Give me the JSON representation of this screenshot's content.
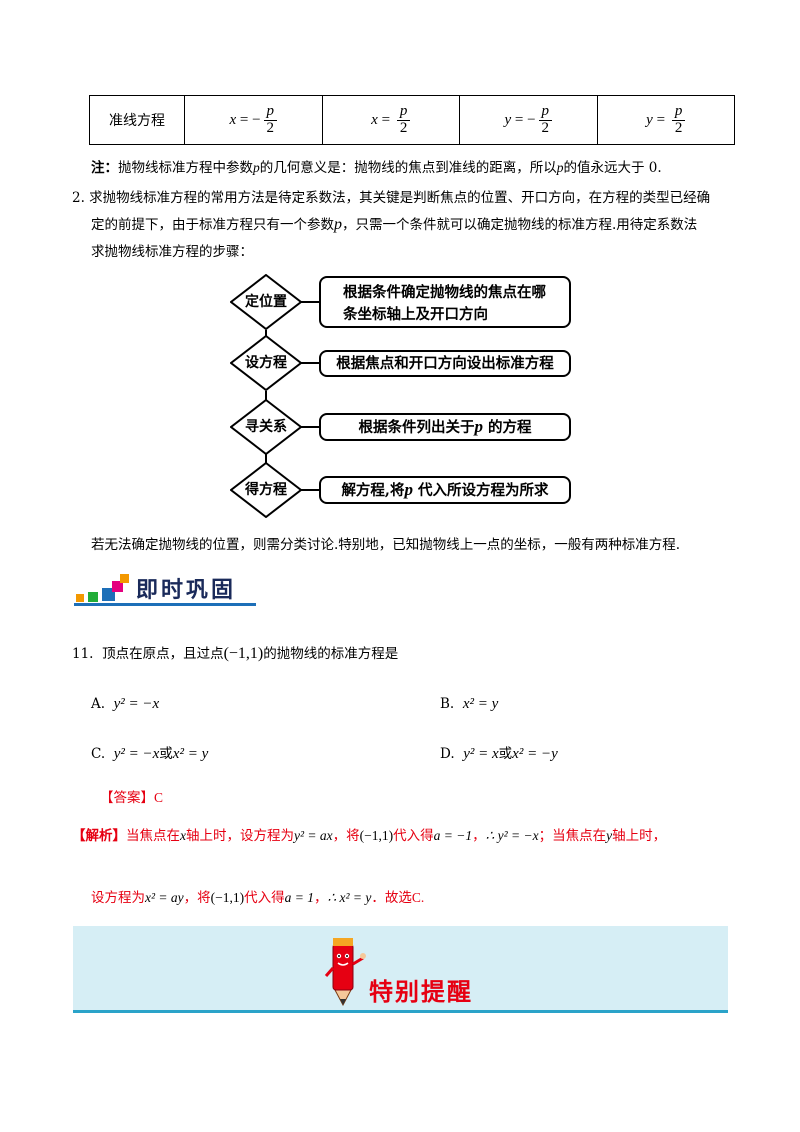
{
  "table": {
    "row_label": "准线方程",
    "cells": [
      {
        "lhs": "x",
        "sign": "−",
        "num": "p",
        "den": "2"
      },
      {
        "lhs": "x",
        "sign": "",
        "num": "p",
        "den": "2"
      },
      {
        "lhs": "y",
        "sign": "−",
        "num": "p",
        "den": "2"
      },
      {
        "lhs": "y",
        "sign": "",
        "num": "p",
        "den": "2"
      }
    ]
  },
  "note": {
    "label": "注：",
    "text_a": "抛物线标准方程中参数",
    "p": "p",
    "text_b": "的几何意义是：抛物线的焦点到准线的距离，所以",
    "text_c": "的值永远大于 0."
  },
  "para2": {
    "line1": "2. 求抛物线标准方程的常用方法是待定系数法，其关键是判断焦点的位置、开口方向，在方程的类型已经确",
    "line2a": "定的前提下，由于标准方程只有一个参数",
    "line2b": "，只需一个条件就可以确定抛物线的标准方程.用待定系数法",
    "line3": "求抛物线标准方程的步骤："
  },
  "flow": {
    "steps": [
      {
        "label": "定位置",
        "line1": "根据条件确定抛物线的焦点在哪",
        "line2": "条坐标轴上及开口方向"
      },
      {
        "label": "设方程",
        "line1": "根据焦点和开口方向设出标准方程"
      },
      {
        "label": "寻关系",
        "before": "根据条件列出关于",
        "var": "p",
        "after": " 的方程"
      },
      {
        "label": "得方程",
        "before": "解方程,将",
        "var": "p",
        "after": " 代入所设方程为所求"
      }
    ]
  },
  "conclusion": "若无法确定抛物线的位置，则需分类讨论.特别地，已知抛物线上一点的坐标，一般有两种标准方程.",
  "banner": {
    "title": "即时巩固"
  },
  "question": {
    "number": "11.",
    "text_a": "顶点在原点，且过点",
    "point": "(−1,1)",
    "text_b": "的抛物线的标准方程是",
    "options": [
      {
        "key": "A.",
        "expr1": "y² = −x"
      },
      {
        "key": "B.",
        "expr1": "x² = y"
      },
      {
        "key": "C.",
        "expr1": "y² = −x",
        "joiner": "或",
        "expr2": "x² = y"
      },
      {
        "key": "D.",
        "expr1": "y² = x",
        "joiner": "或",
        "expr2": "x² = −y"
      }
    ]
  },
  "answer": {
    "label": "【答案】",
    "value": "C"
  },
  "analysis": {
    "label": "【解析】",
    "l1": [
      "当焦点在",
      "x",
      "轴上时，设方程为",
      "y² = ax",
      "，将",
      "(−1,1)",
      "代入得",
      "a = −1",
      "，",
      "∴ y² = −x",
      "；当焦点在",
      "y",
      "轴上时，"
    ],
    "l2": [
      "设方程为",
      "x² = ay",
      "，将",
      "(−1,1)",
      "代入得",
      "a = 1",
      "，",
      "∴ x² = y",
      "．故选",
      "C."
    ]
  },
  "tip_banner": {
    "title": "特别提醒"
  },
  "colors": {
    "red": "#e60012",
    "banner_bg": "#d6eef5",
    "banner_line": "#2aa3c9"
  }
}
